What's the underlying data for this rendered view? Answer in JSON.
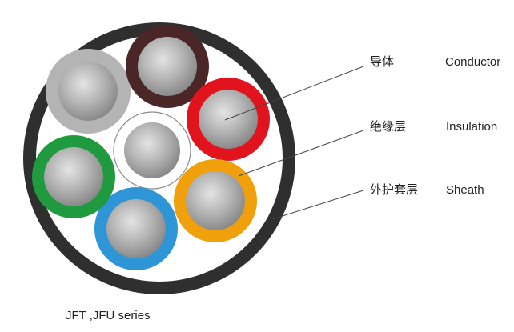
{
  "labels": [
    {
      "cn": "导体",
      "en": "Conductor"
    },
    {
      "cn": "绝缘层",
      "en": "Insulation"
    },
    {
      "cn": "外护套层",
      "en": "Sheath"
    }
  ],
  "caption": "JFT ,JFU  series",
  "colors": {
    "sheath": "#2f2f2f",
    "conductor_light": "#e4e4e4",
    "conductor_mid": "#b4b4b4",
    "conductor_dark": "#8a8a8a",
    "core_gray": "#b4b4b4",
    "core_brown": "#4a2626",
    "core_red": "#e1141e",
    "core_orange": "#f0a00a",
    "core_blue": "#2e95d6",
    "core_green": "#1f9a3e",
    "center_ring": "#8c8c8c",
    "leader_line": "#444444"
  },
  "cores": [
    {
      "name": "core-gray",
      "color_key": "core_gray"
    },
    {
      "name": "core-brown",
      "color_key": "core_brown"
    },
    {
      "name": "core-red",
      "color_key": "core_red"
    },
    {
      "name": "core-orange",
      "color_key": "core_orange"
    },
    {
      "name": "core-blue",
      "color_key": "core_blue"
    },
    {
      "name": "core-green",
      "color_key": "core_green"
    }
  ]
}
